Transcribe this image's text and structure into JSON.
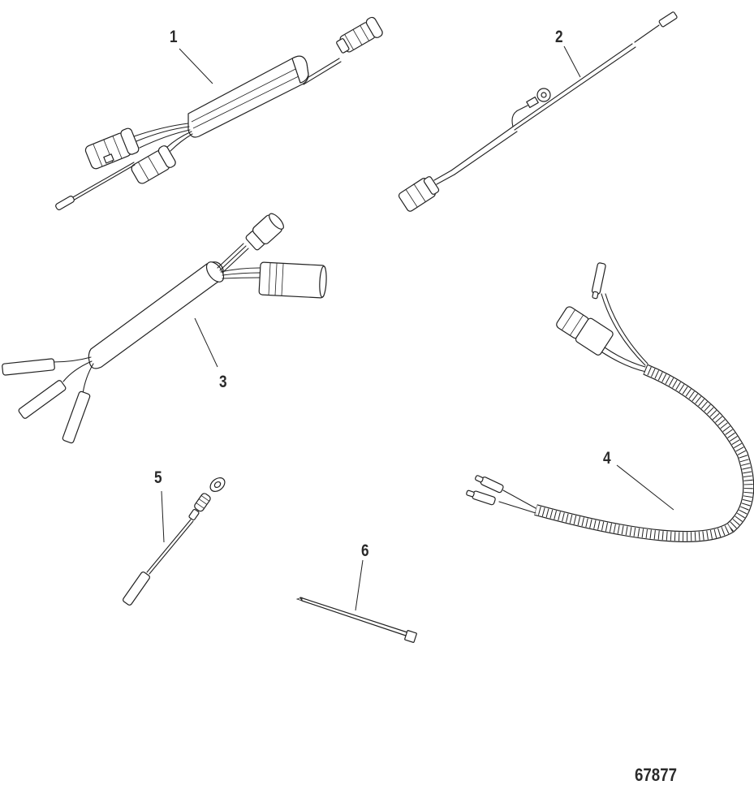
{
  "diagram": {
    "type": "exploded parts view",
    "subject": "wire harness components",
    "figure_number": "67877",
    "callouts": [
      {
        "id": "1",
        "label": "1",
        "part": "wire harness with in-line module and three connectors"
      },
      {
        "id": "2",
        "label": "2",
        "part": "wire harness with ring terminal and sealed connector"
      },
      {
        "id": "3",
        "label": "3",
        "part": "wire harness with sleeve, two connectors and three bullet terminals"
      },
      {
        "id": "4",
        "label": "4",
        "part": "convoluted-loom harness with connector and bullet terminals"
      },
      {
        "id": "5",
        "label": "5",
        "part": "ground lead with ring terminal"
      },
      {
        "id": "6",
        "label": "6",
        "part": "cable tie"
      }
    ]
  },
  "colors": {
    "background": "#ffffff",
    "line": "#222222",
    "label": "#2a2a2a"
  }
}
